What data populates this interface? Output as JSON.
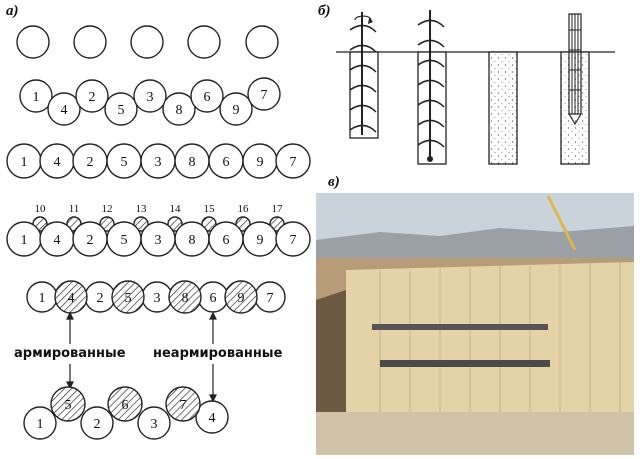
{
  "panels": {
    "a": "а)",
    "b": "б)",
    "c": "в)"
  },
  "row1": [],
  "row2": [
    "1",
    "4",
    "2",
    "5",
    "3",
    "8",
    "6",
    "9",
    "7"
  ],
  "row3": [
    "1",
    "4",
    "2",
    "5",
    "3",
    "8",
    "6",
    "9",
    "7"
  ],
  "row4": {
    "main": [
      "1",
      "4",
      "2",
      "5",
      "3",
      "8",
      "6",
      "9",
      "7"
    ],
    "small": [
      "10",
      "11",
      "12",
      "13",
      "14",
      "15",
      "16",
      "17"
    ]
  },
  "row5": [
    "1",
    "4",
    "2",
    "5",
    "3",
    "8",
    "6",
    "9",
    "7"
  ],
  "row6": [
    "1",
    "5",
    "2",
    "6",
    "3",
    "7",
    "4"
  ],
  "captions": {
    "reinforced": "армированные",
    "unreinforced": "неармированные"
  },
  "photo": {
    "sky": "#c9d3dc",
    "soil": "#b79c7a",
    "wall": "#e3d3a6"
  }
}
